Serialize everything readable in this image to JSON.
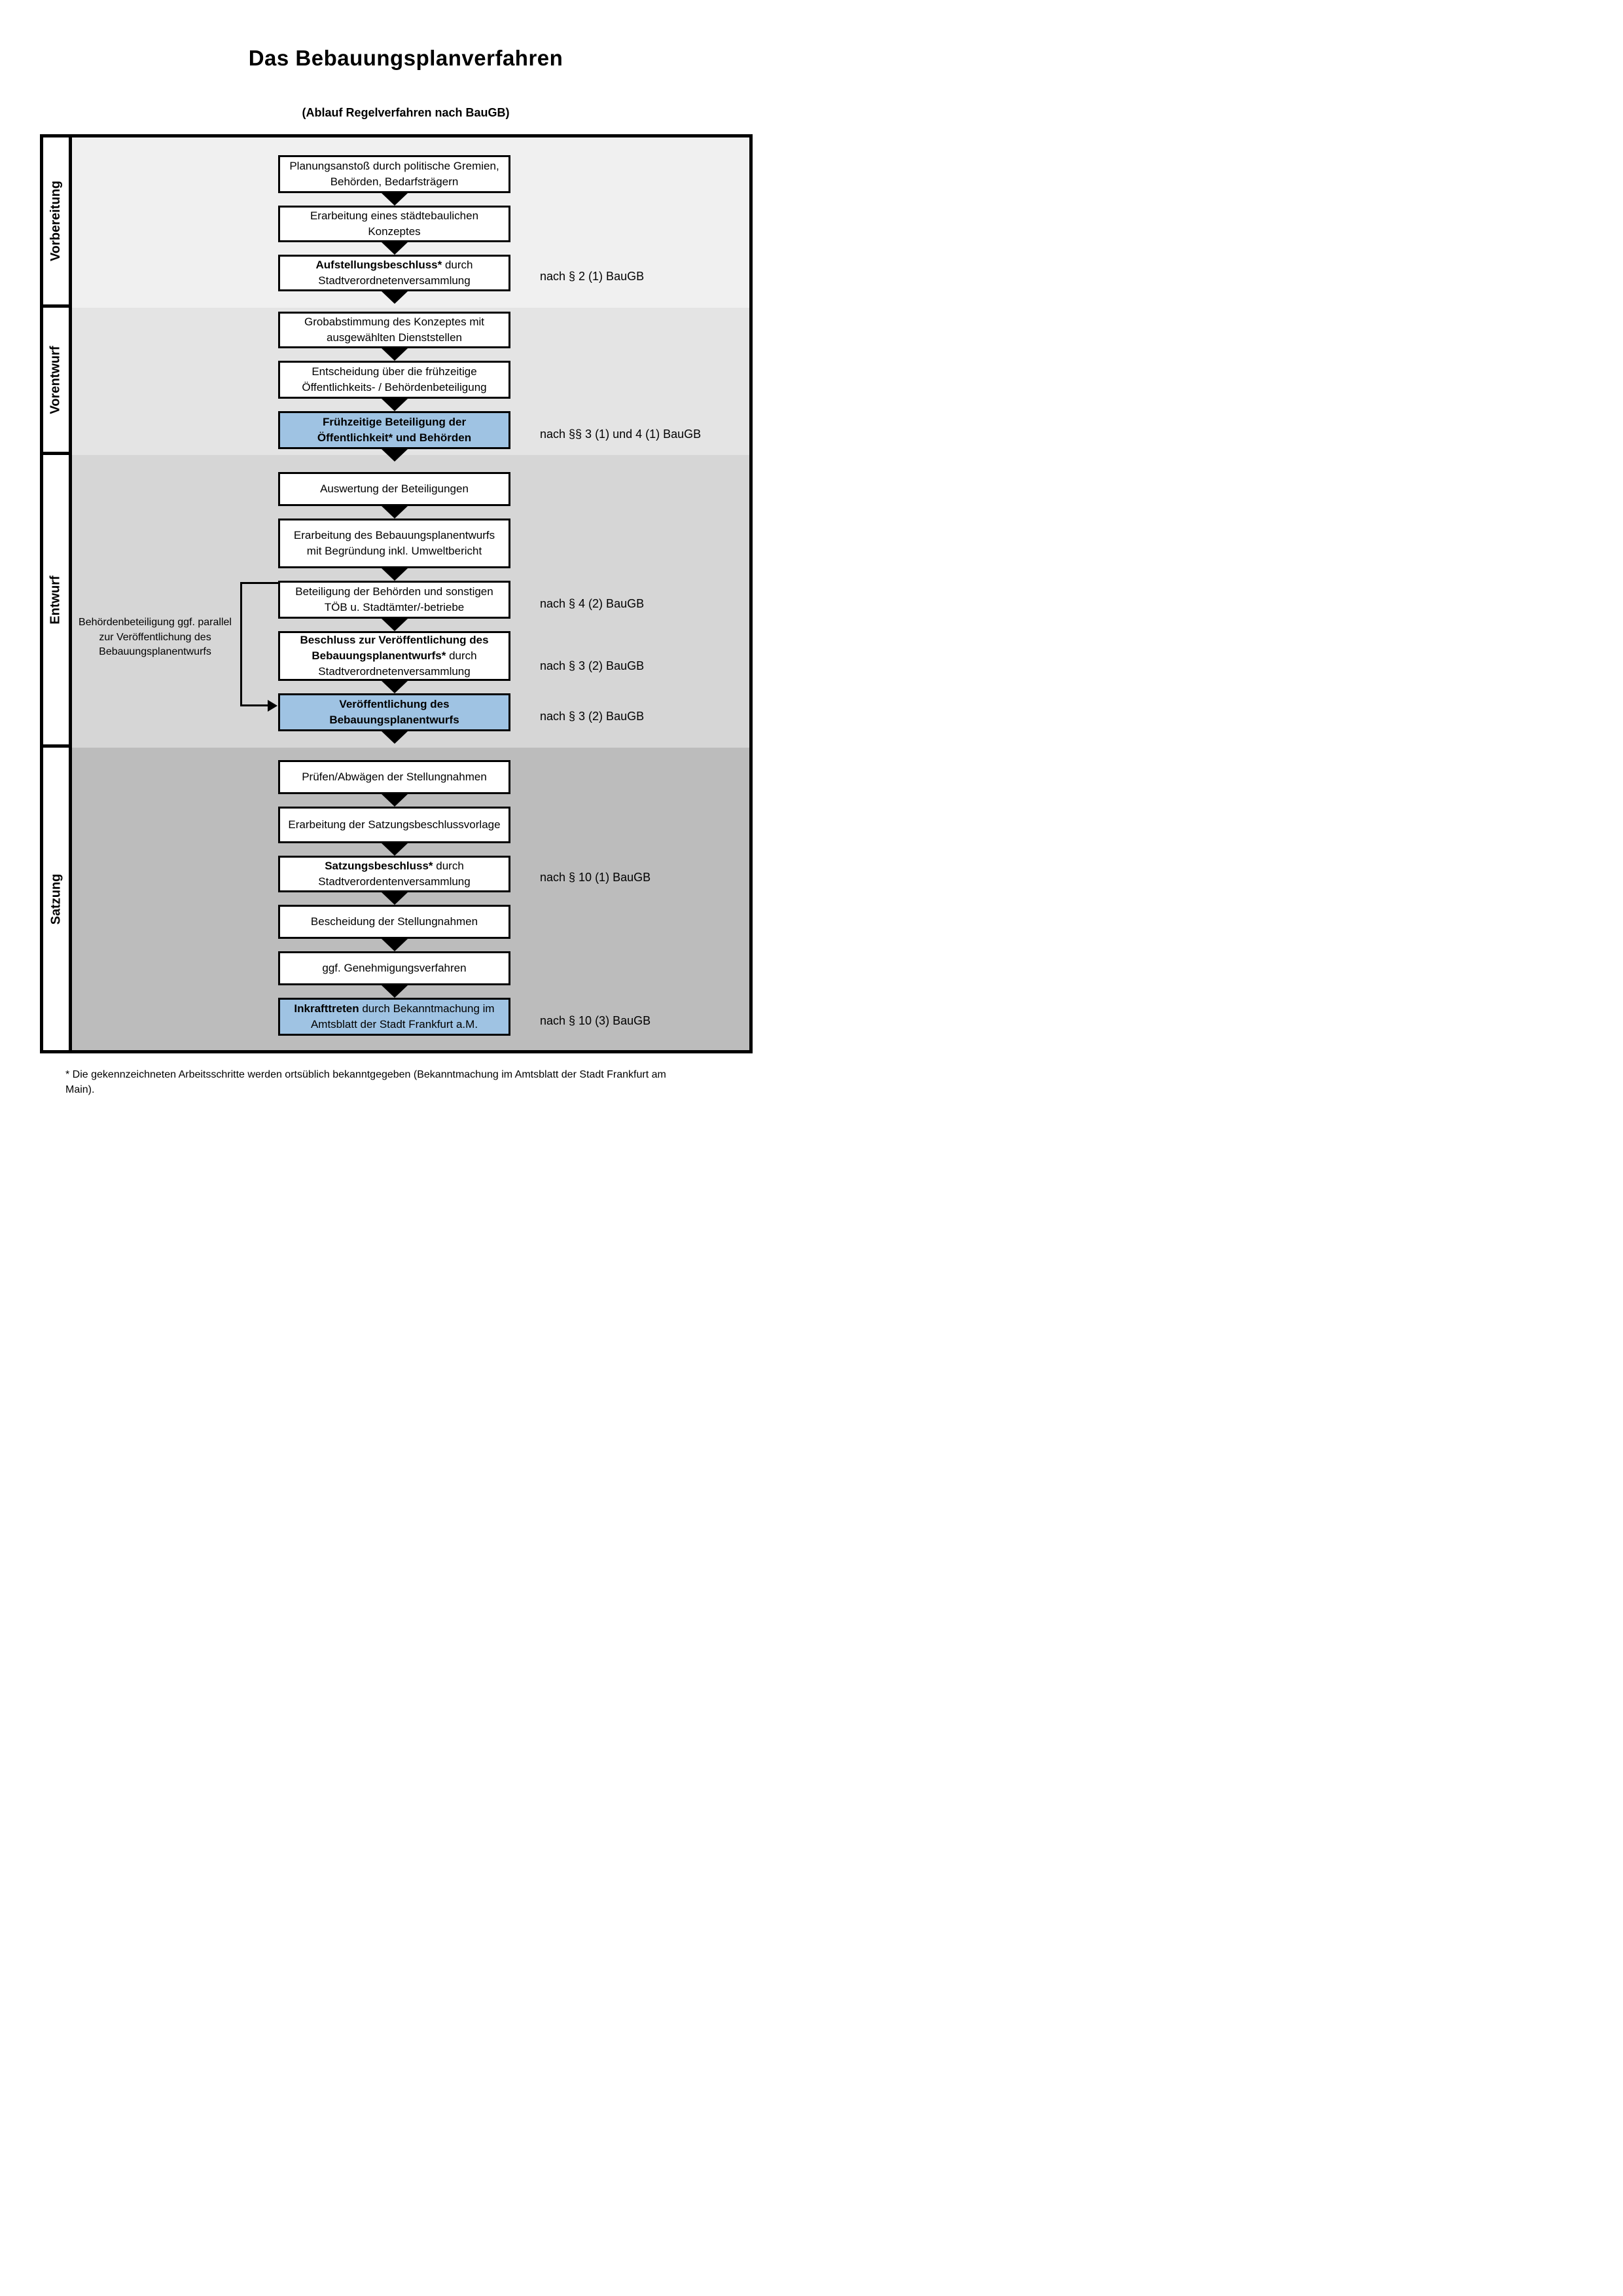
{
  "title": "Das Bebauungsplanverfahren",
  "subtitle": "(Ablauf Regelverfahren nach BauGB)",
  "phases": [
    {
      "label": "Vorbereitung"
    },
    {
      "label": "Vorentwurf"
    },
    {
      "label": "Entwurf"
    },
    {
      "label": "Satzung"
    }
  ],
  "steps": [
    {
      "bold": "",
      "text": "Planungsanstoß durch politische Gremien, Behörden, Bedarfsträgern",
      "ref": ""
    },
    {
      "bold": "",
      "text": "Erarbeitung eines städtebaulichen Konzeptes",
      "ref": ""
    },
    {
      "bold": "Aufstellungsbeschluss*",
      "text": " durch Stadtverordnetenversammlung",
      "ref": "nach § 2 (1) BauGB"
    },
    {
      "bold": "",
      "text": "Grobabstimmung des Konzeptes mit ausgewählten Dienststellen",
      "ref": ""
    },
    {
      "bold": "",
      "text": "Entscheidung über die frühzeitige Öffentlichkeits- / Behördenbeteiligung",
      "ref": ""
    },
    {
      "bold": "Frühzeitige Beteiligung der Öffentlichkeit* und Behörden",
      "text": "",
      "ref": "nach §§ 3 (1) und 4 (1) BauGB",
      "highlight": true
    },
    {
      "bold": "",
      "text": "Auswertung der Beteiligungen",
      "ref": ""
    },
    {
      "bold": "",
      "text": "Erarbeitung des Bebauungsplanentwurfs mit Begründung inkl. Umweltbericht",
      "ref": ""
    },
    {
      "bold": "",
      "text": "Beteiligung der Behörden und sonstigen TÖB u. Stadtämter/-betriebe",
      "ref": "nach § 4 (2) BauGB"
    },
    {
      "bold": "Beschluss zur Veröffentlichung des Bebauungsplanentwurfs*",
      "text": " durch Stadtverordnetenversammlung",
      "ref": "nach § 3 (2) BauGB"
    },
    {
      "bold": "Veröffentlichung des Bebauungsplanentwurfs",
      "text": "",
      "ref": "nach § 3 (2) BauGB",
      "highlight": true
    },
    {
      "bold": "",
      "text": "Prüfen/Abwägen der Stellungnahmen",
      "ref": ""
    },
    {
      "bold": "",
      "text": "Erarbeitung der Satzungsbeschlussvorlage",
      "ref": ""
    },
    {
      "bold": "Satzungsbeschluss*",
      "text": " durch Stadtverordentenversammlung",
      "ref": "nach § 10 (1) BauGB"
    },
    {
      "bold": "",
      "text": "Bescheidung der Stellungnahmen",
      "ref": ""
    },
    {
      "bold": "",
      "text": "ggf. Genehmigungsverfahren",
      "ref": ""
    },
    {
      "bold": "Inkrafttreten",
      "text": " durch Bekanntmachung im Amtsblatt der Stadt Frankfurt a.M.",
      "ref": "nach § 10 (3) BauGB",
      "highlight": true
    }
  ],
  "side_note": "Behördenbeteiligung ggf. parallel zur Veröffentlichung des Bebauungsplanentwurfs",
  "footnote": "* Die gekennzeichneten Arbeitsschritte werden ortsüblich bekanntgegeben (Bekanntmachung im Amtsblatt der Stadt Frankfurt am Main).",
  "colors": {
    "highlight_blue": "#9fc3e3",
    "row_vorbereitung": "#f0f0f0",
    "row_vorentwurf": "#e4e4e4",
    "row_entwurf": "#d6d6d6",
    "row_satzung": "#bcbcbc",
    "border": "#000000"
  }
}
